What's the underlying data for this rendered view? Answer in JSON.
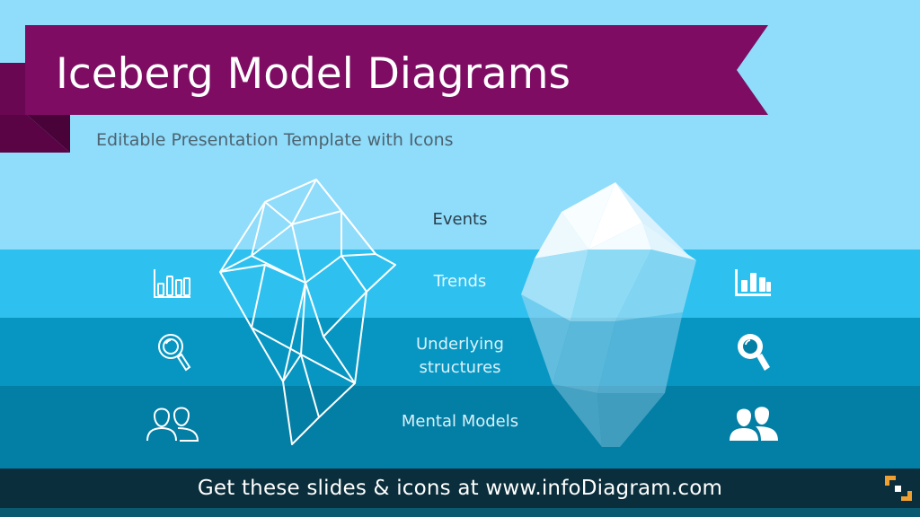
{
  "slide": {
    "title": "Iceberg Model Diagrams",
    "subtitle": "Editable Presentation Template with Icons",
    "footer": "Get these slides & icons at www.infoDiagram.com"
  },
  "layers": [
    {
      "label": "Events"
    },
    {
      "label": "Trends"
    },
    {
      "label_lines": [
        "Underlying",
        "structures"
      ]
    },
    {
      "label": "Mental Models"
    }
  ],
  "icons": {
    "trends": "bar-chart-icon",
    "structures": "magnifier-icon",
    "mental_models": "people-icon",
    "brand": "infodiagram-logo-icon"
  },
  "colors": {
    "ribbon": "#7d0c62",
    "ribbon_fold": "#5a0446",
    "sky": "#8fdcfb",
    "trends_band": "#2ec1ef",
    "structures_band": "#0796c2",
    "mental_band": "#037ea4",
    "footer": "#0a2e3b",
    "logo": "#f0a030"
  }
}
